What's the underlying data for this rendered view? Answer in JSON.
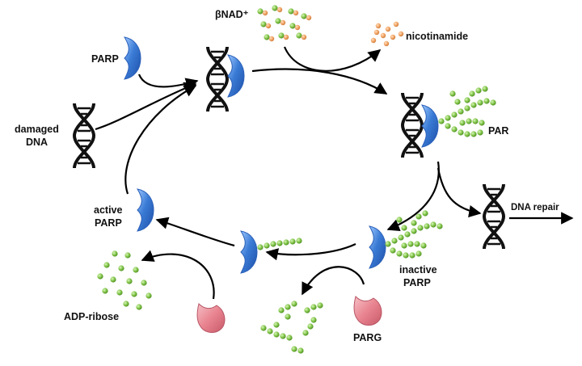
{
  "labels": {
    "nad": "βNAD⁺",
    "nicotinamide": "nicotinamide",
    "parp": "PARP",
    "damaged_line1": "damaged",
    "damaged_line2": "DNA",
    "par": "PAR",
    "dna_repair": "DNA repair",
    "active_line1": "active",
    "active_line2": "PARP",
    "inactive_line1": "inactive",
    "inactive_line2": "PARP",
    "adp_ribose": "ADP-ribose",
    "parg": "PARG"
  },
  "colors": {
    "parp_blue": "#3a7bd5",
    "parg_pink": "#e8838f",
    "bead_green": "#7bc043",
    "bead_orange": "#f0a060",
    "arrow": "#000000"
  },
  "icons": {
    "parp": "parp-enzyme-icon",
    "parg": "parg-enzyme-icon",
    "dna": "dna-helix-icon"
  }
}
